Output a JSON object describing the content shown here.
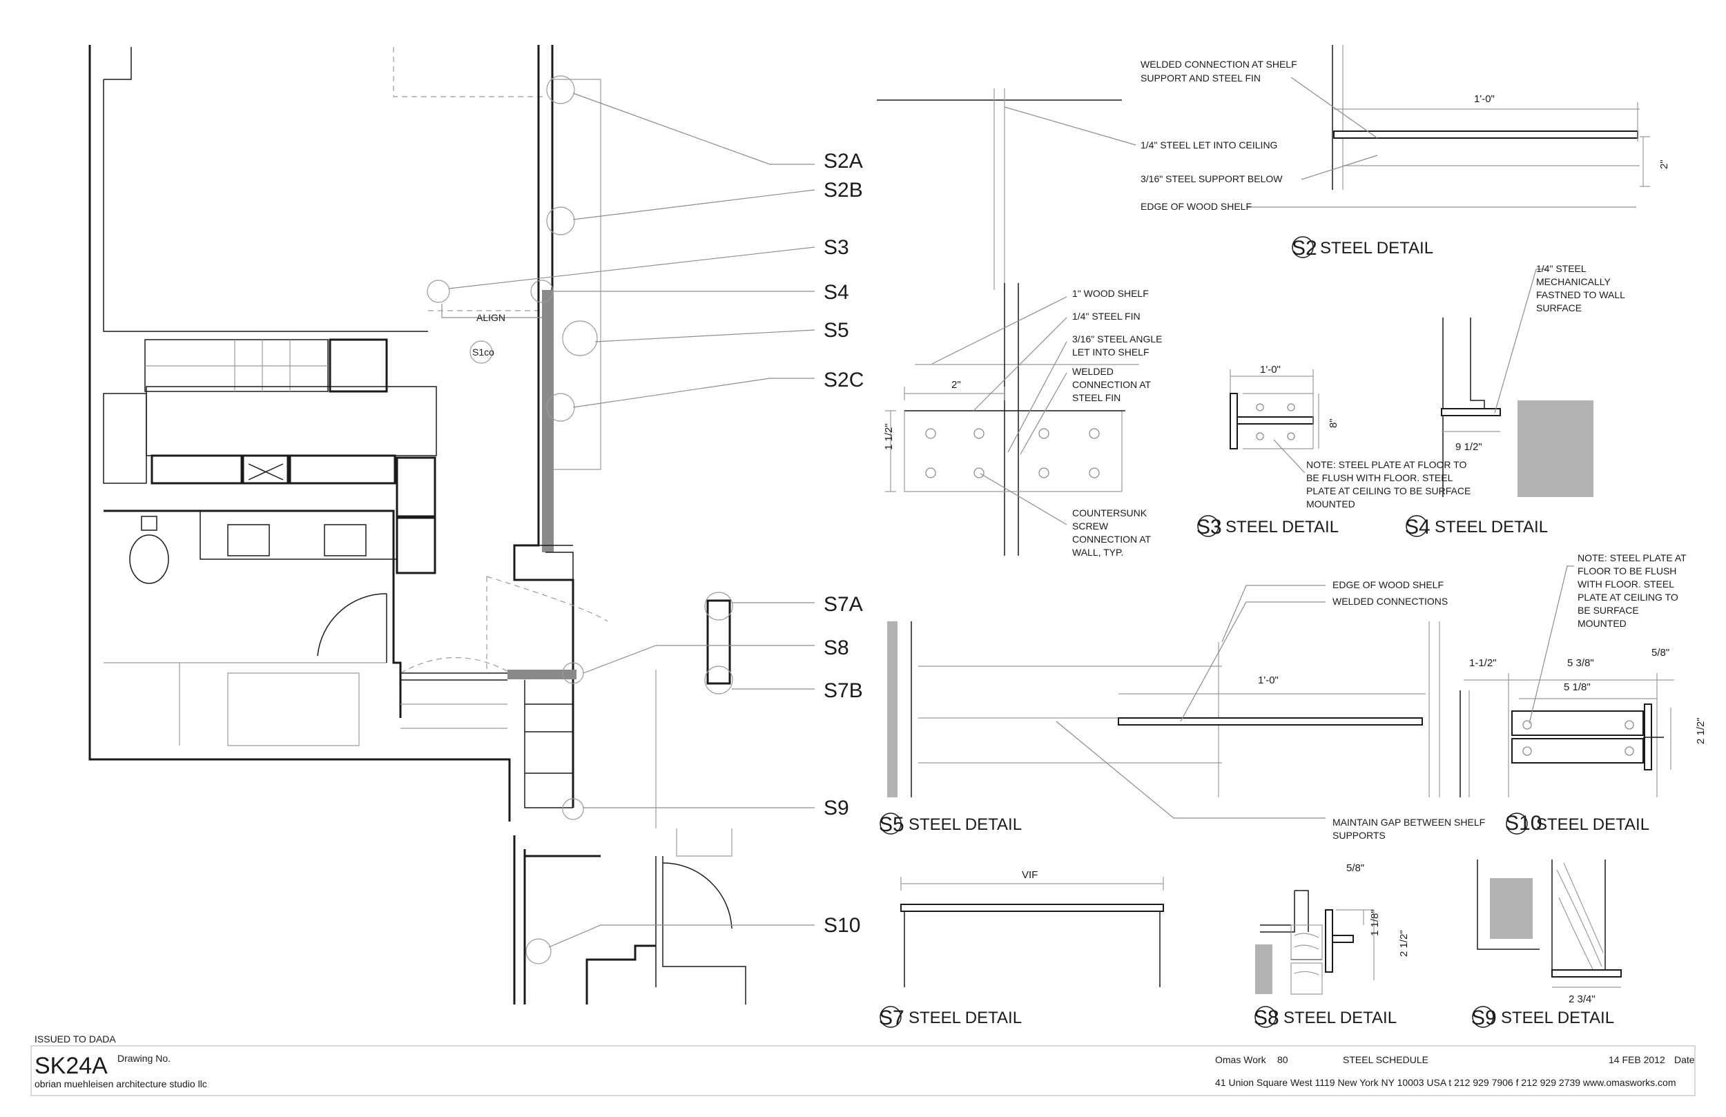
{
  "plan_tags": [
    "S2A",
    "S2B",
    "S3",
    "S4",
    "S5",
    "S2C",
    "S7A",
    "S8",
    "S7B",
    "S9",
    "S10"
  ],
  "plan_notes": {
    "align": "ALIGN",
    "s1": "S1co"
  },
  "details": {
    "s2": {
      "num": "S2",
      "title": "STEEL DETAIL",
      "notes": [
        "WELDED CONNECTION AT SHELF",
        "SUPPORT AND STEEL FIN",
        "1/4\" STEEL LET INTO CEILING",
        "3/16\" STEEL SUPPORT BELOW",
        "EDGE OF WOOD SHELF"
      ],
      "dims": [
        "1'-0\"",
        "2\""
      ]
    },
    "s3": {
      "num": "S3",
      "title": "STEEL DETAIL",
      "notes": [
        "1\" WOOD SHELF",
        "1/4\" STEEL FIN",
        "3/16\" STEEL ANGLE",
        "LET INTO SHELF",
        "WELDED",
        "CONNECTION AT",
        "STEEL FIN",
        "COUNTERSUNK",
        "SCREW",
        "CONNECTION AT",
        "WALL, TYP."
      ],
      "dims": [
        "2\"",
        "1 1/2\""
      ]
    },
    "s4": {
      "num": "S4",
      "title": "STEEL DETAIL",
      "notes": [
        "1/4\" STEEL",
        "MECHANICALLY",
        "FASTNED TO WALL",
        "SURFACE",
        "NOTE: STEEL PLATE AT FLOOR TO",
        "BE FLUSH WITH FLOOR.  STEEL",
        "PLATE AT CEILING TO BE SURFACE",
        "MOUNTED"
      ],
      "dims": [
        "1'-0\"",
        "8\"",
        "9 1/2\""
      ]
    },
    "s5": {
      "num": "S5",
      "title": "STEEL DETAIL",
      "notes": [
        "EDGE OF WOOD SHELF",
        "WELDED CONNECTIONS",
        "MAINTAIN GAP BETWEEN SHELF",
        "SUPPORTS"
      ],
      "dims": [
        "1'-0\""
      ]
    },
    "s10": {
      "num": "S10",
      "title": "STEEL DETAIL",
      "notes": [
        "NOTE: STEEL PLATE AT",
        "FLOOR TO BE FLUSH",
        "WITH FLOOR.  STEEL",
        "PLATE AT CEILING TO",
        "BE SURFACE",
        "MOUNTED"
      ],
      "dims": [
        "1-1/2\"",
        "5 3/8\"",
        "5/8\"",
        "5 1/8\"",
        "2 1/2\""
      ]
    },
    "s7": {
      "num": "S7",
      "title": "STEEL DETAIL",
      "dims": [
        "VIF"
      ]
    },
    "s8": {
      "num": "S8",
      "title": "STEEL DETAIL",
      "dims": [
        "5/8\"",
        "1 1/8\"",
        "2 1/2\""
      ]
    },
    "s9": {
      "num": "S9",
      "title": "STEEL DETAIL",
      "dims": [
        "2 3/4\""
      ]
    }
  },
  "title_block": {
    "issued": "ISSUED TO DADA",
    "sheet": "SK24A",
    "drawing_no_label": "Drawing No.",
    "firm": "obrian muehleisen architecture studio llc",
    "project": "Omas Work",
    "project_no": "80",
    "sheet_title": "STEEL SCHEDULE",
    "date": "14  FEB 2012",
    "date_label": "Date",
    "address": "41 Union Square West 1119 New York NY 10003 USA  t 212 929 7906 f 212 929 2739  www.omasworks.com"
  }
}
